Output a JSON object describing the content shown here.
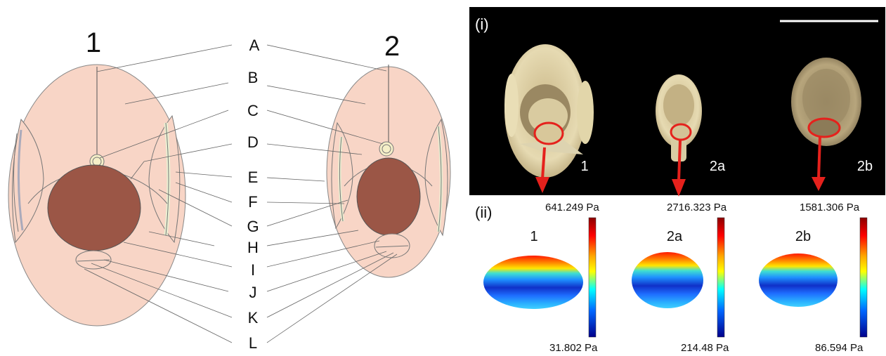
{
  "diagram": {
    "seed1_label": "1",
    "seed2_label": "2",
    "letters": [
      "A",
      "B",
      "C",
      "D",
      "E",
      "F",
      "G",
      "H",
      "I",
      "J",
      "K",
      "L"
    ]
  },
  "photo_panel": {
    "panel_label": "(i)",
    "seeds": [
      {
        "label": "1"
      },
      {
        "label": "2a"
      },
      {
        "label": "2b"
      }
    ]
  },
  "sim_panel": {
    "panel_label": "(ii)",
    "items": [
      {
        "label": "1",
        "max": "641.249 Pa",
        "min": "31.802 Pa"
      },
      {
        "label": "2a",
        "max": "2716.323 Pa",
        "min": "214.48 Pa"
      },
      {
        "label": "2b",
        "max": "1581.306 Pa",
        "min": "86.594 Pa"
      }
    ]
  },
  "colors": {
    "seed_fill": "#f8d5c6",
    "embryo_fill": "#9b5646",
    "photo_bg": "#000000",
    "marker_red": "#e5211c"
  }
}
